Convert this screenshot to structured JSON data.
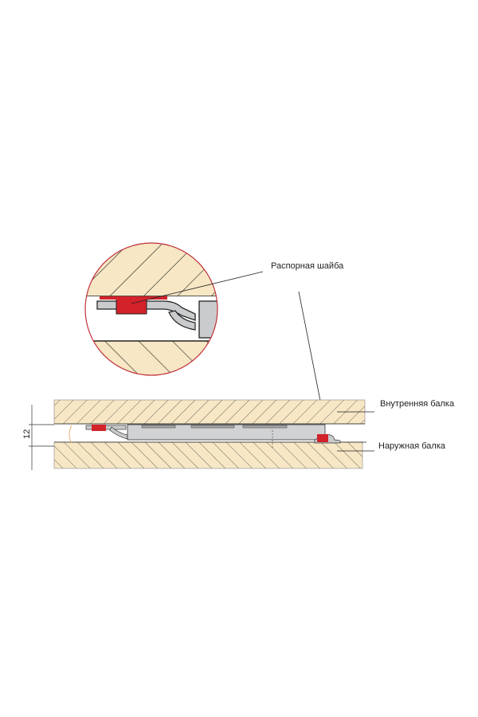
{
  "labels": {
    "spacer_washer": "Распорная шайба",
    "inner_beam": "Внутренняя балка",
    "outer_beam": "Наружная балка",
    "dimension": "12"
  },
  "colors": {
    "wood": "#f7e7c4",
    "hatch": "#333333",
    "metal": "#c9cbcd",
    "red_part": "#d3222a",
    "circle_border": "#c0303a"
  }
}
